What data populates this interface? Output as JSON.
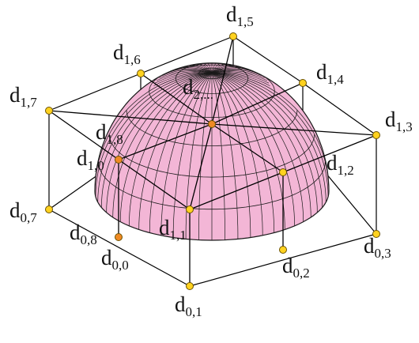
{
  "labels": {
    "d15": {
      "base": "d",
      "sub": "1,5"
    },
    "d16": {
      "base": "d",
      "sub": "1,6"
    },
    "d14": {
      "base": "d",
      "sub": "1,4"
    },
    "d17": {
      "base": "d",
      "sub": "1,7"
    },
    "d2": {
      "base": "d",
      "sub": "2,..."
    },
    "d13": {
      "base": "d",
      "sub": "1,3"
    },
    "d18": {
      "base": "d",
      "sub": "1,8"
    },
    "d10": {
      "base": "d",
      "sub": "1,0"
    },
    "d12": {
      "base": "d",
      "sub": "1,2"
    },
    "d07": {
      "base": "d",
      "sub": "0,7"
    },
    "d11": {
      "base": "d",
      "sub": "1,1"
    },
    "d03": {
      "base": "d",
      "sub": "0,3"
    },
    "d08": {
      "base": "d",
      "sub": "0,8"
    },
    "d00": {
      "base": "d",
      "sub": "0,0"
    },
    "d02": {
      "base": "d",
      "sub": "0,2"
    },
    "d01": {
      "base": "d",
      "sub": "0,1"
    }
  },
  "colors": {
    "dome_fill": "#f3b6d6",
    "dome_stroke": "#1a1a1a",
    "point_yellow": "#ffd21f",
    "point_orange": "#f08a24",
    "frame_line": "#000000"
  }
}
